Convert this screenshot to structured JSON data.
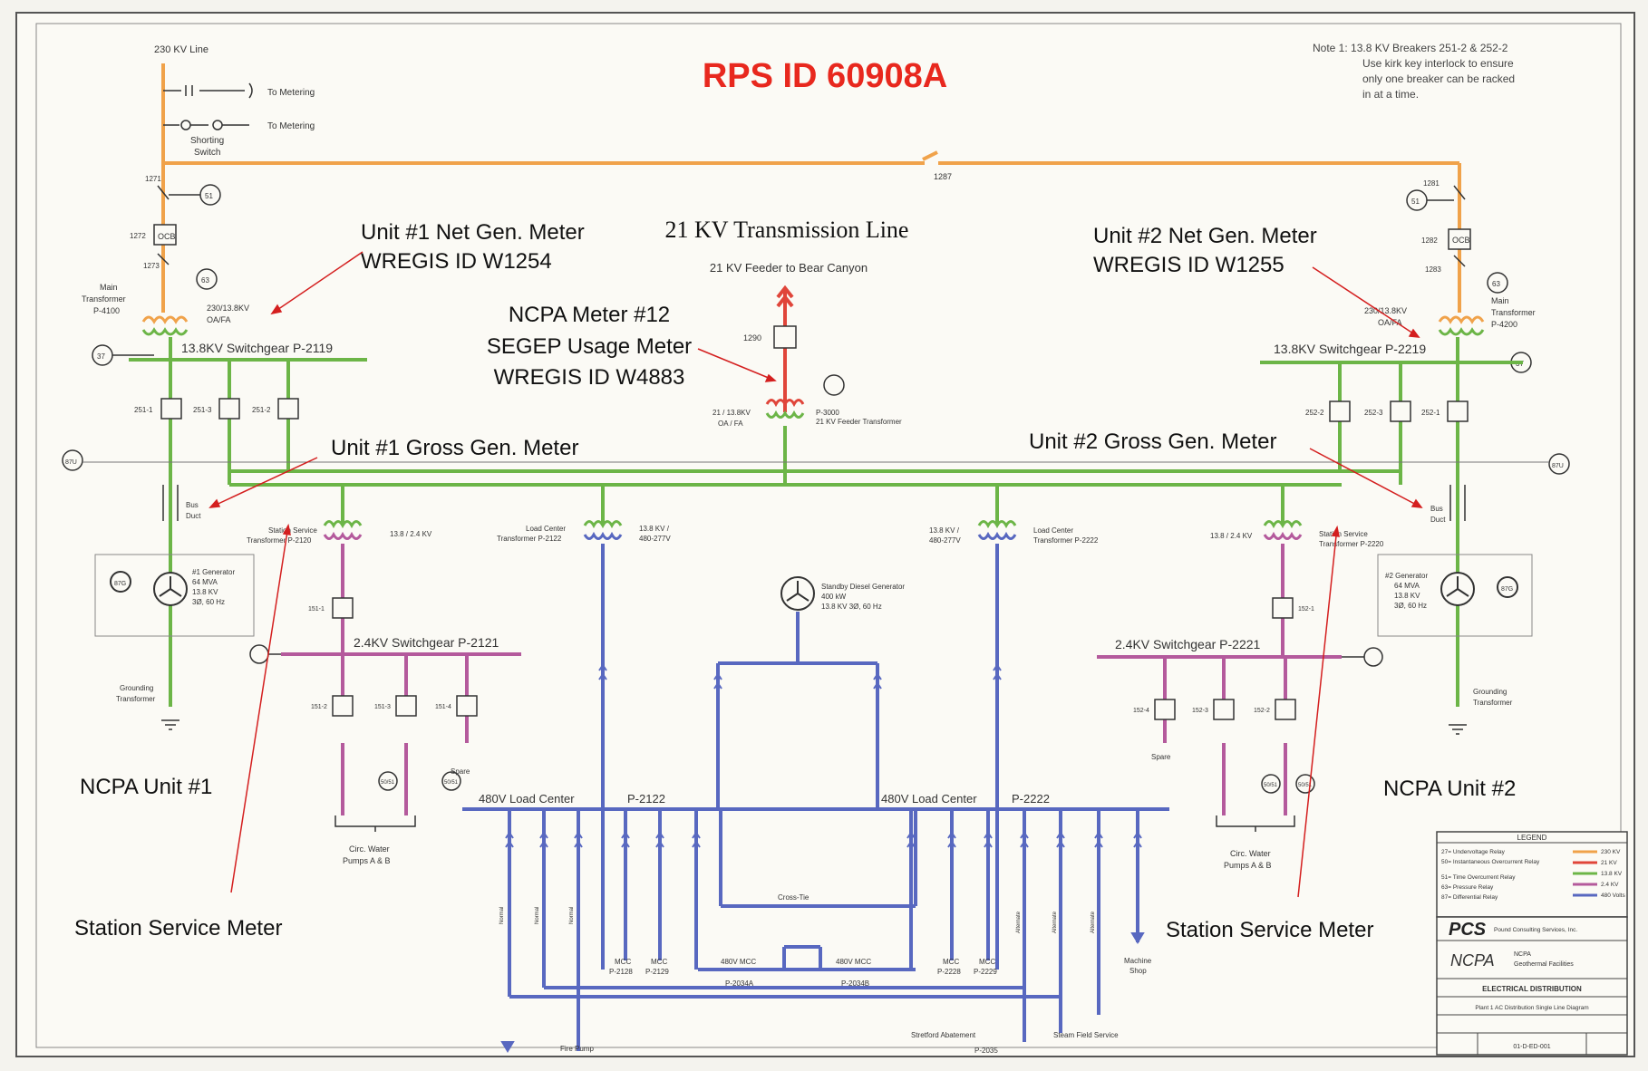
{
  "rps_id": "RPS ID 60908A",
  "note": [
    "Note 1: 13.8 KV Breakers 251-2 & 252-2",
    "Use kirk key interlock to ensure",
    "only one breaker can be racked",
    "in at a time."
  ],
  "line_230": "230 KV Line",
  "to_metering": "To Metering",
  "shorting_switch": [
    "Shorting",
    "Switch"
  ],
  "unit1": {
    "net_meter": [
      "Unit #1 Net Gen. Meter",
      "WREGIS ID W1254"
    ],
    "gross_meter": "Unit #1 Gross Gen. Meter",
    "switchgear_13_8": "13.8KV Switchgear P-2119",
    "switchgear_2_4": "2.4KV Switchgear P-2121",
    "main_transformer": [
      "Main",
      "Transformer",
      "P-4100"
    ],
    "xfmr_rating": [
      "230/13.8KV",
      "OA/FA"
    ],
    "station_service_xfmr": [
      "Station Service",
      "Transformer P-2120"
    ],
    "ss_rating": "13.8 / 2.4 KV",
    "load_center_xfmr": [
      "Load Center",
      "Transformer P-2122"
    ],
    "lc_rating": [
      "13.8 KV /",
      "480-277V"
    ],
    "generator": [
      "#1 Generator",
      "64 MVA",
      "13.8 KV",
      "3Ø, 60 Hz"
    ],
    "grounding": [
      "Grounding",
      "Transformer"
    ],
    "load_center": "480V Load Center",
    "load_center_id": "P-2122",
    "circ_water": [
      "Circ. Water",
      "Pumps A & B"
    ],
    "title": "NCPA Unit #1",
    "station_meter": "Station Service Meter",
    "breakers": [
      "251-1",
      "251-3",
      "251-2"
    ],
    "breakers_2_4": [
      "151-2",
      "151-3",
      "151-4"
    ],
    "b_151_1": "151-1",
    "b_1271": "1271",
    "b_1272": "1272",
    "b_1273": "1273",
    "bus_duct": [
      "Bus",
      "Duct"
    ],
    "spare": "Spare",
    "mcc": [
      "MCC",
      "P-2128",
      "MCC",
      "P-2129"
    ],
    "feeders": [
      "Normal",
      "Normal",
      "Normal"
    ]
  },
  "unit2": {
    "net_meter": [
      "Unit #2 Net Gen. Meter",
      "WREGIS ID W1255"
    ],
    "gross_meter": "Unit #2 Gross Gen. Meter",
    "switchgear_13_8": "13.8KV Switchgear P-2219",
    "switchgear_2_4": "2.4KV Switchgear P-2221",
    "main_transformer": [
      "Main",
      "Transformer",
      "P-4200"
    ],
    "xfmr_rating": [
      "230/13.8KV",
      "OA/FA"
    ],
    "station_service_xfmr": [
      "Station Service",
      "Transformer P-2220"
    ],
    "ss_rating": "13.8 / 2.4 KV",
    "load_center_xfmr": [
      "Load Center",
      "Transformer P-2222"
    ],
    "lc_rating": [
      "13.8 KV /",
      "480-277V"
    ],
    "generator": [
      "#2 Generator",
      "64 MVA",
      "13.8 KV",
      "3Ø, 60 Hz"
    ],
    "grounding": [
      "Grounding",
      "Transformer"
    ],
    "load_center": "480V Load Center",
    "load_center_id": "P-2222",
    "circ_water": [
      "Circ. Water",
      "Pumps A & B"
    ],
    "title": "NCPA Unit #2",
    "station_meter": "Station Service Meter",
    "breakers": [
      "252-2",
      "252-3",
      "252-1"
    ],
    "breakers_2_4": [
      "152-4",
      "152-3",
      "152-2"
    ],
    "b_152_1": "152-1",
    "b_1281": "1281",
    "b_1282": "1282",
    "b_1283": "1283",
    "bus_duct": [
      "Bus",
      "Duct"
    ],
    "spare": "Spare",
    "mcc": [
      "MCC",
      "P-2228",
      "MCC",
      "P-2229"
    ],
    "feeders": [
      "Alternate",
      "Alternate",
      "Alternate"
    ]
  },
  "b_1287": "1287",
  "ocb": "OCB",
  "transmission": {
    "title": "21 KV Transmission Line",
    "feeder": "21 KV Feeder to Bear Canyon",
    "breaker": "1290",
    "rating": [
      "21 / 13.8KV",
      "OA / FA"
    ],
    "xfmr": [
      "P-3000",
      "21 KV Feeder Transformer"
    ]
  },
  "ncpa_meter": [
    "NCPA Meter #12",
    "SEGEP Usage Meter",
    "WREGIS ID W4883"
  ],
  "standby": [
    "Standby Diesel Generator",
    "400 kW",
    "13.8 KV 3Ø, 60 Hz"
  ],
  "cross_tie": "Cross-Tie",
  "mcc_480": [
    "480V MCC",
    "P-2034A",
    "480V MCC",
    "P-2034B"
  ],
  "fire_pump": "Fire Pump",
  "stretford": [
    "Stretford Abatement",
    "P-2035"
  ],
  "steam_field": "Steam Field Service",
  "machine_shop": [
    "Machine",
    "Shop"
  ],
  "relays": [
    "51",
    "63",
    "37",
    "87G",
    "87U",
    "50/51"
  ],
  "legend": {
    "title": "LEGEND",
    "items": [
      "27= Undervoltage Relay",
      "50= Instantaneous Overcurrent Relay",
      "51= Time Overcurrent Relay",
      "63= Pressure Relay",
      "87= Differential Relay"
    ],
    "voltages": [
      "230 KV",
      "21 KV",
      "13.8 KV",
      "2.4 KV",
      "480 Volts"
    ]
  },
  "title_block": {
    "company": "Pound Consulting Services, Inc.",
    "company_abbr": "PCS",
    "ncpa": "NCPA",
    "ncpa_sub": [
      "NCPA",
      "Geothermal Facilities"
    ],
    "drawing_title": "ELECTRICAL DISTRIBUTION",
    "drawing_sub": "Plant 1 AC Distribution Single Line Diagram",
    "number": "01-D-ED-001"
  },
  "colors": {
    "kv230": "#f0a24a",
    "kv21": "#e0453a",
    "kv13_8": "#6cb547",
    "kv2_4": "#b45a9c",
    "v480": "#5868c0",
    "annotation": "#d41f1f",
    "ink": "#222222"
  }
}
